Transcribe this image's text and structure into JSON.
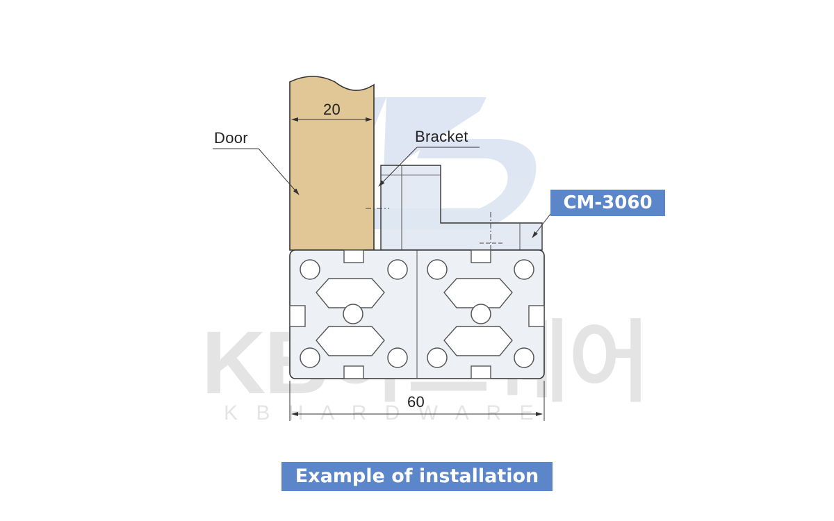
{
  "watermark": {
    "brand": "KB하드웨어",
    "sub": "K B   H A R D W A R E"
  },
  "labels": {
    "door": "Door",
    "bracket": "Bracket",
    "door_width": "20",
    "profile_width": "60"
  },
  "part_code": "CM-3060",
  "caption": "Example of installation",
  "colors": {
    "door_fill": "#e0c795",
    "profile_fill": "#edf0f5",
    "bracket_fill": "#dfe6f1",
    "accent": "#5b86c9",
    "line": "#333333"
  }
}
